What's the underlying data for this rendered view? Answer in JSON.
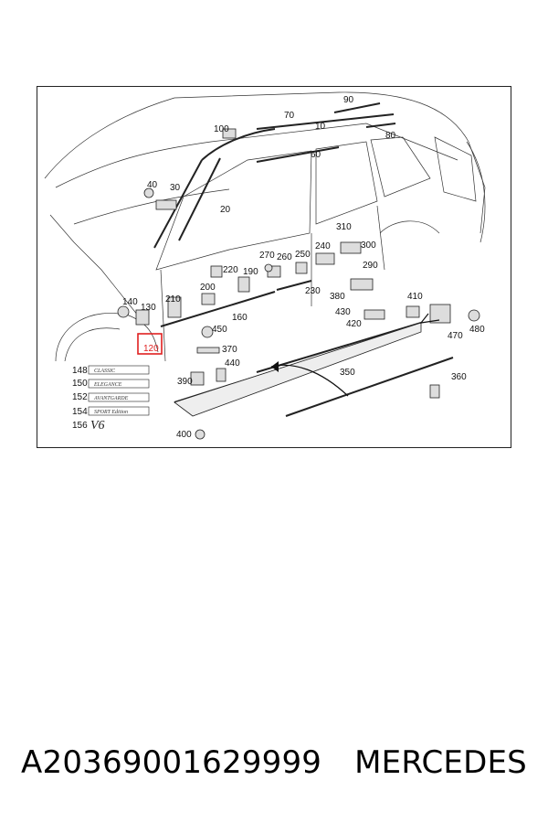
{
  "diagram": {
    "callouts": [
      "10",
      "20",
      "30",
      "40",
      "60",
      "70",
      "80",
      "90",
      "100",
      "120",
      "130",
      "140",
      "148",
      "150",
      "152",
      "154",
      "156",
      "160",
      "190",
      "200",
      "210",
      "220",
      "230",
      "240",
      "250",
      "260",
      "270",
      "290",
      "300",
      "310",
      "350",
      "360",
      "370",
      "380",
      "390",
      "400",
      "410",
      "420",
      "430",
      "440",
      "450",
      "470",
      "480"
    ],
    "badges": {
      "classic": "CLASSIC",
      "elegance": "ELEGANCE",
      "avantgarde": "AVANTGARDE",
      "sport": "SPORT Edition",
      "v6": "V6"
    },
    "highlighted_part": "120"
  },
  "footer": {
    "part_number": "A20369001629999",
    "brand": "MERCEDES"
  },
  "colors": {
    "highlight": "#e02020",
    "lines": "#222222"
  }
}
